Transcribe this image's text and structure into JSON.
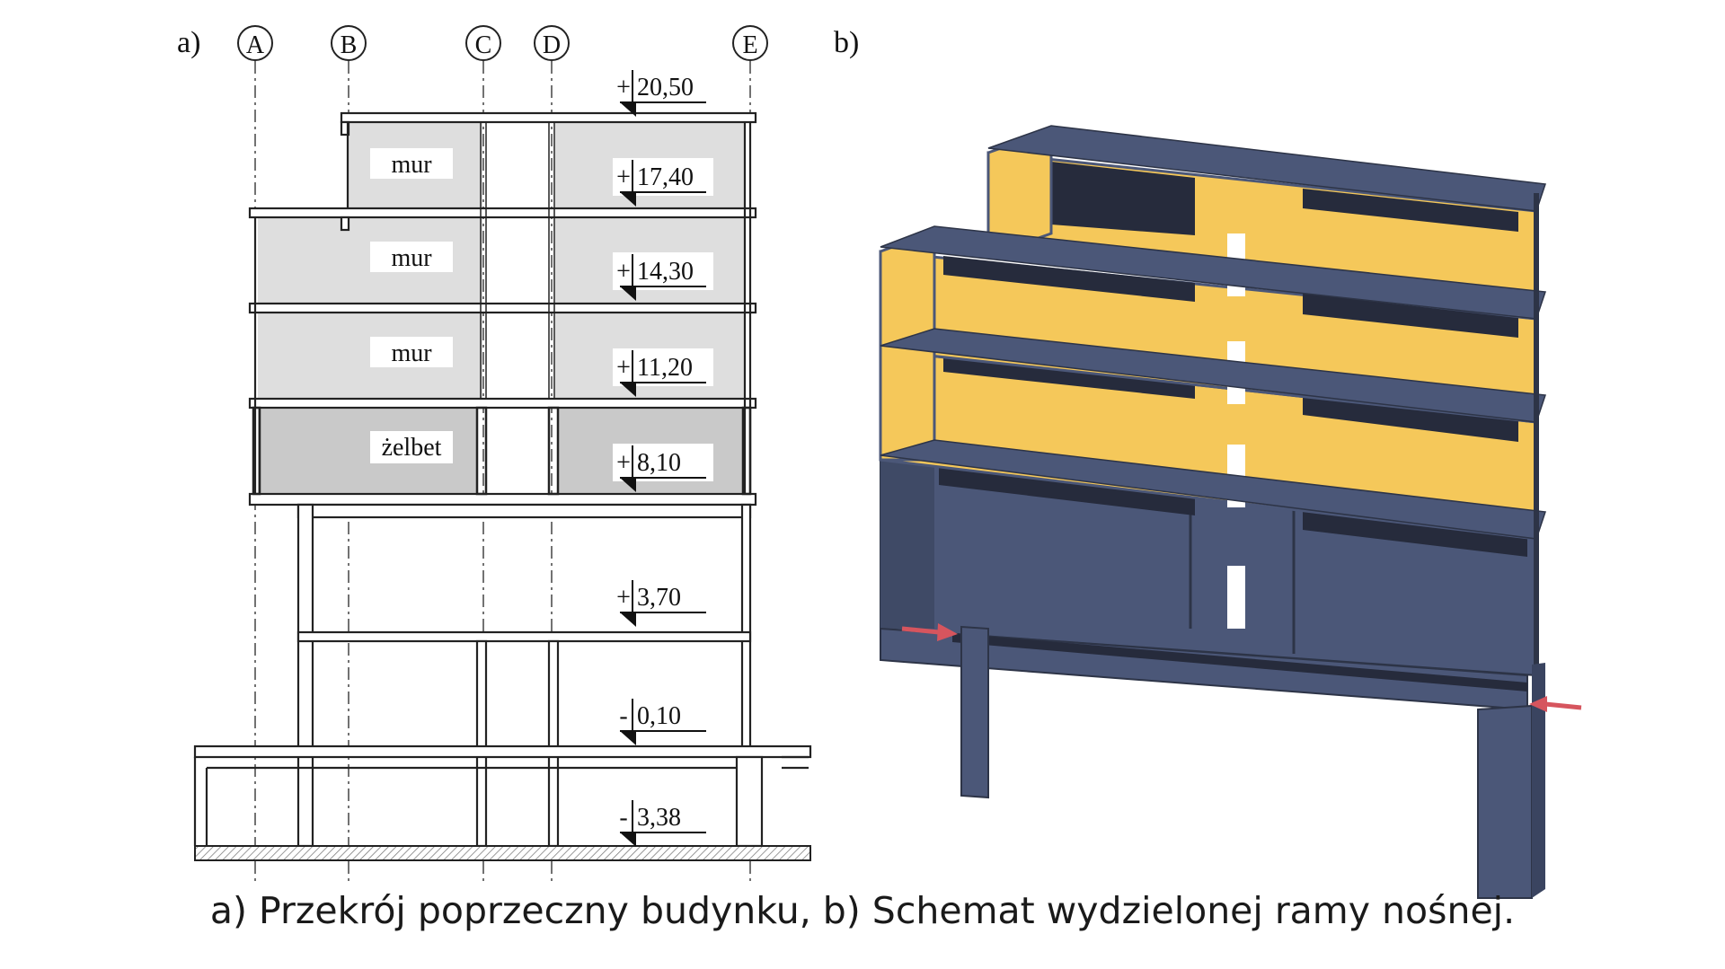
{
  "panel_a": {
    "label": "a)",
    "axes": [
      "A",
      "B",
      "C",
      "D",
      "E"
    ],
    "levels": [
      {
        "sign": "+",
        "value": "20,50"
      },
      {
        "sign": "+",
        "value": "17,40"
      },
      {
        "sign": "+",
        "value": "14,30"
      },
      {
        "sign": "+",
        "value": "11,20"
      },
      {
        "sign": "+",
        "value": "8,10"
      },
      {
        "sign": "+",
        "value": "3,70"
      },
      {
        "sign": "-",
        "value": "0,10"
      },
      {
        "sign": "-",
        "value": "3,38"
      }
    ],
    "materials": [
      "mur",
      "mur",
      "mur",
      "żelbet"
    ]
  },
  "panel_b": {
    "label": "b)",
    "colors": {
      "infill": "#f5c85a",
      "frame": "#4b5778",
      "frame_dark": "#262b3c",
      "force_arrow": "#d6555e"
    }
  },
  "caption": "a) Przekrój poprzeczny budynku, b) Schemat wydzielonej ramy nośnej."
}
